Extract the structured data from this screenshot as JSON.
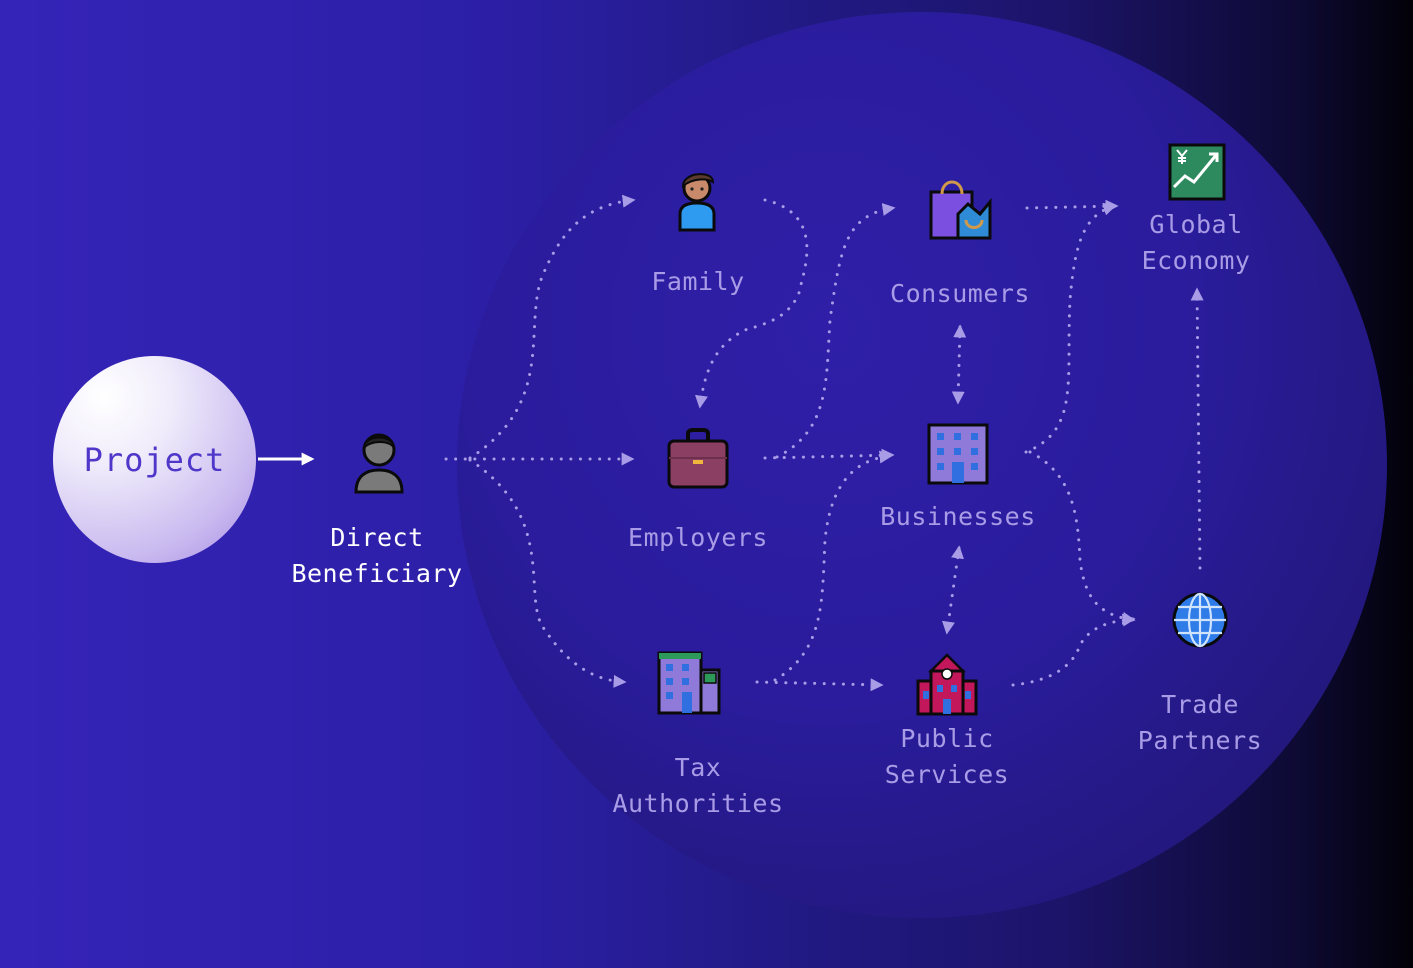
{
  "diagram": {
    "source": {
      "label": "Project"
    },
    "nodes": [
      {
        "id": "direct-beneficiary",
        "label": "Direct\nBeneficiary",
        "icon": "person-icon"
      },
      {
        "id": "family",
        "label": "Family",
        "icon": "family-person-icon"
      },
      {
        "id": "employers",
        "label": "Employers",
        "icon": "briefcase-icon"
      },
      {
        "id": "tax-authorities",
        "label": "Tax\nAuthorities",
        "icon": "office-building-icon"
      },
      {
        "id": "consumers",
        "label": "Consumers",
        "icon": "shopping-bags-icon"
      },
      {
        "id": "businesses",
        "label": "Businesses",
        "icon": "business-building-icon"
      },
      {
        "id": "public-services",
        "label": "Public\nServices",
        "icon": "school-building-icon"
      },
      {
        "id": "global-economy",
        "label": "Global\nEconomy",
        "icon": "yen-chart-icon"
      },
      {
        "id": "trade-partners",
        "label": "Trade\nPartners",
        "icon": "globe-icon"
      }
    ],
    "edges": [
      {
        "from": "Project",
        "to": "Direct Beneficiary",
        "style": "solid"
      },
      {
        "from": "Direct Beneficiary",
        "to": "Family",
        "style": "dotted"
      },
      {
        "from": "Direct Beneficiary",
        "to": "Employers",
        "style": "dotted"
      },
      {
        "from": "Direct Beneficiary",
        "to": "Tax Authorities",
        "style": "dotted"
      },
      {
        "from": "Family",
        "to": "Employers",
        "style": "dotted"
      },
      {
        "from": "Employers",
        "to": "Consumers",
        "style": "dotted"
      },
      {
        "from": "Employers",
        "to": "Businesses",
        "style": "dotted"
      },
      {
        "from": "Tax Authorities",
        "to": "Businesses",
        "style": "dotted"
      },
      {
        "from": "Tax Authorities",
        "to": "Public Services",
        "style": "dotted"
      },
      {
        "from": "Consumers",
        "to": "Global Economy",
        "style": "dotted"
      },
      {
        "from": "Consumers",
        "to": "Businesses",
        "style": "dotted",
        "bidirectional": true
      },
      {
        "from": "Businesses",
        "to": "Public Services",
        "style": "dotted",
        "bidirectional": true
      },
      {
        "from": "Businesses",
        "to": "Global Economy",
        "style": "dotted"
      },
      {
        "from": "Businesses",
        "to": "Trade Partners",
        "style": "dotted"
      },
      {
        "from": "Public Services",
        "to": "Trade Partners",
        "style": "dotted"
      },
      {
        "from": "Trade Partners",
        "to": "Global Economy",
        "style": "dotted"
      }
    ],
    "colors": {
      "background_left": "#3524b8",
      "background_right": "#020108",
      "circle": "#2a1c9c",
      "edge": "#a99ce6",
      "label": "#a99ce6",
      "label_primary": "#ffffff",
      "project_text": "#4f37c9"
    }
  }
}
